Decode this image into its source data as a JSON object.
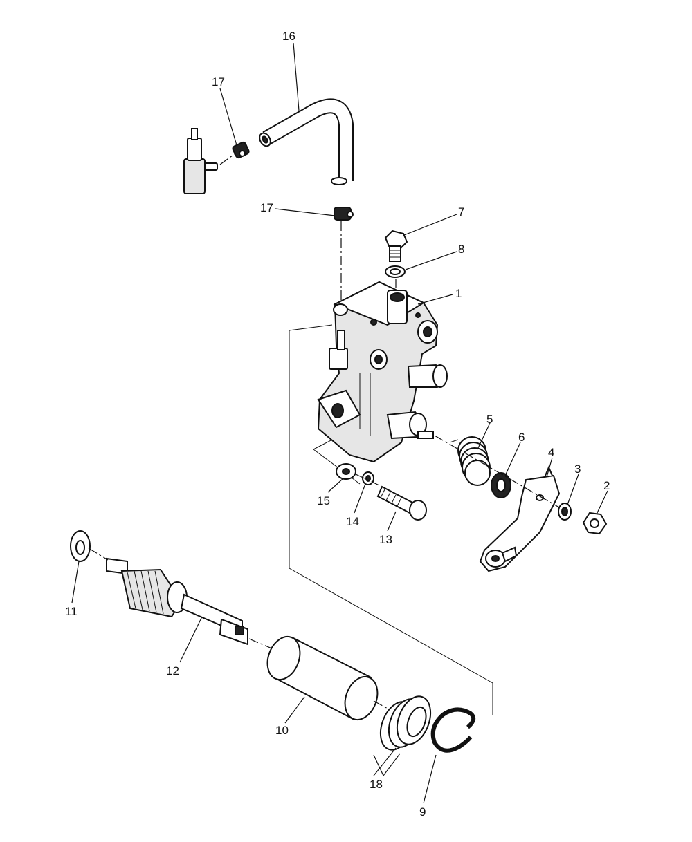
{
  "callouts": {
    "c1": "1",
    "c2": "2",
    "c3": "3",
    "c4": "4",
    "c5": "5",
    "c6": "6",
    "c7": "7",
    "c8": "8",
    "c9": "9",
    "c10": "10",
    "c11": "11",
    "c12": "12",
    "c13": "13",
    "c14": "14",
    "c15": "15",
    "c16": "16",
    "c17a": "17",
    "c17b": "17",
    "c18": "18"
  }
}
